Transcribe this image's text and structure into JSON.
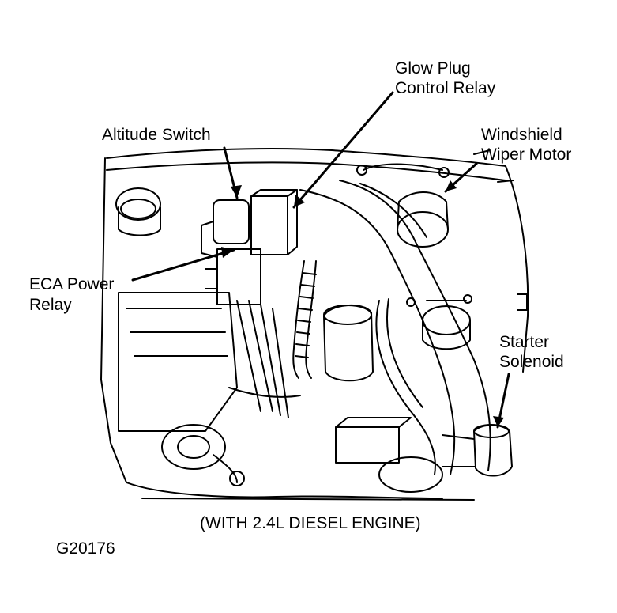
{
  "labels": {
    "glow_plug_1": "Glow Plug",
    "glow_plug_2": "Control Relay",
    "altitude_switch": "Altitude Switch",
    "windshield_1": "Windshield",
    "windshield_2": "Wiper Motor",
    "eca_1": "ECA Power",
    "eca_2": "Relay",
    "starter_1": "Starter",
    "starter_2": "Solenoid"
  },
  "caption": "(WITH 2.4L DIESEL ENGINE)",
  "figure_id": "G20176"
}
